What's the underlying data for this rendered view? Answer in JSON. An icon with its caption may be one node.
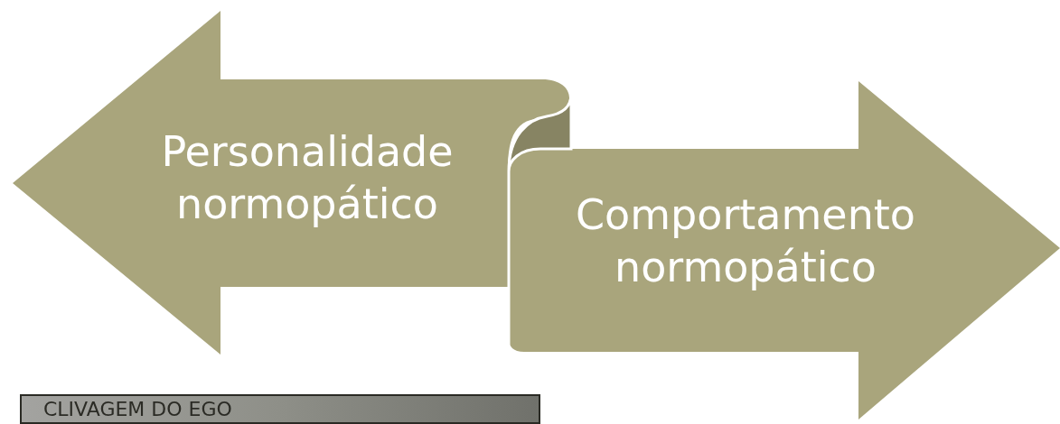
{
  "diagram": {
    "nodes": [
      {
        "text": [
          "Personalidade normopático"
        ]
      },
      {
        "text": [
          "Comportamento normopático"
        ]
      },
      {
        "text": [
          "CLIVAGEM DO EGO"
        ]
      }
    ]
  }
}
